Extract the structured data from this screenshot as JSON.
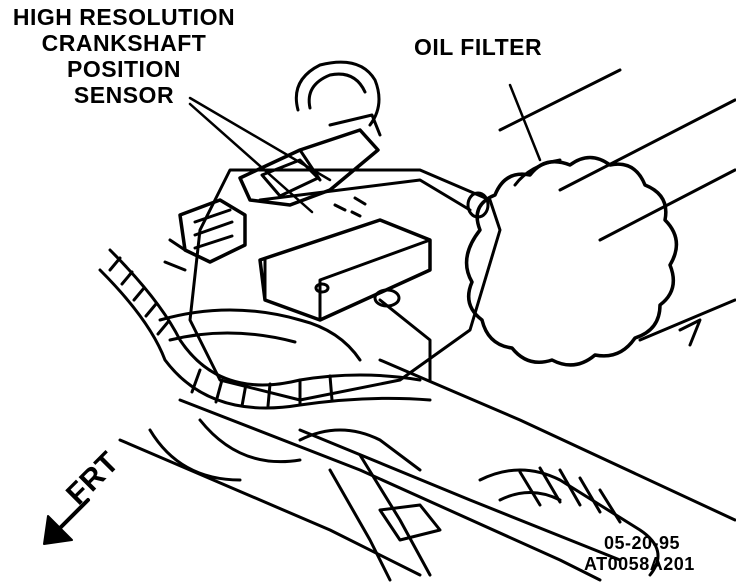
{
  "labels": {
    "sensor_line1": "HIGH RESOLUTION",
    "sensor_line2": "CRANKSHAFT",
    "sensor_line3": "POSITION",
    "sensor_line4": "SENSOR",
    "oil_filter": "OIL FILTER",
    "front": "FRT",
    "date": "05-20-95",
    "reference": "AT0058A201"
  },
  "icons": {
    "front_arrow": "arrow-down-left-icon"
  },
  "colors": {
    "ink": "#000000",
    "paper": "#ffffff"
  }
}
